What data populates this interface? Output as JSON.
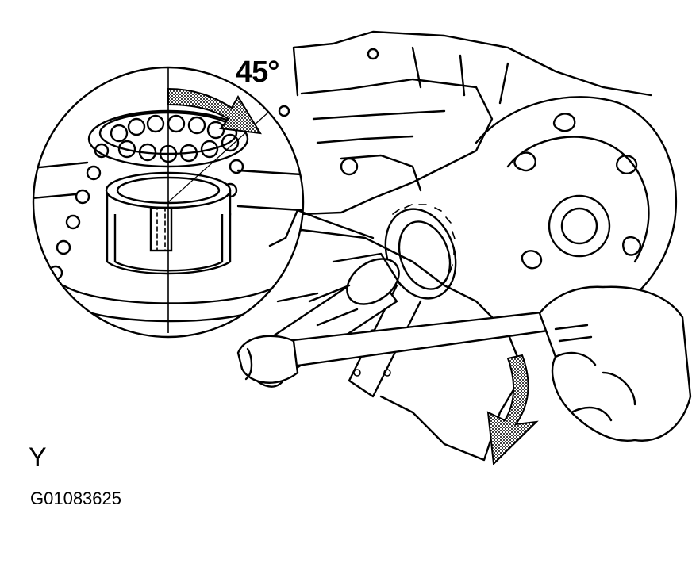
{
  "labels": {
    "angle": "45°",
    "view_letter": "Y",
    "figure_code": "G01083625"
  },
  "colors": {
    "ink": "#000000",
    "paper": "#ffffff",
    "arrow_fill": "#555555"
  }
}
